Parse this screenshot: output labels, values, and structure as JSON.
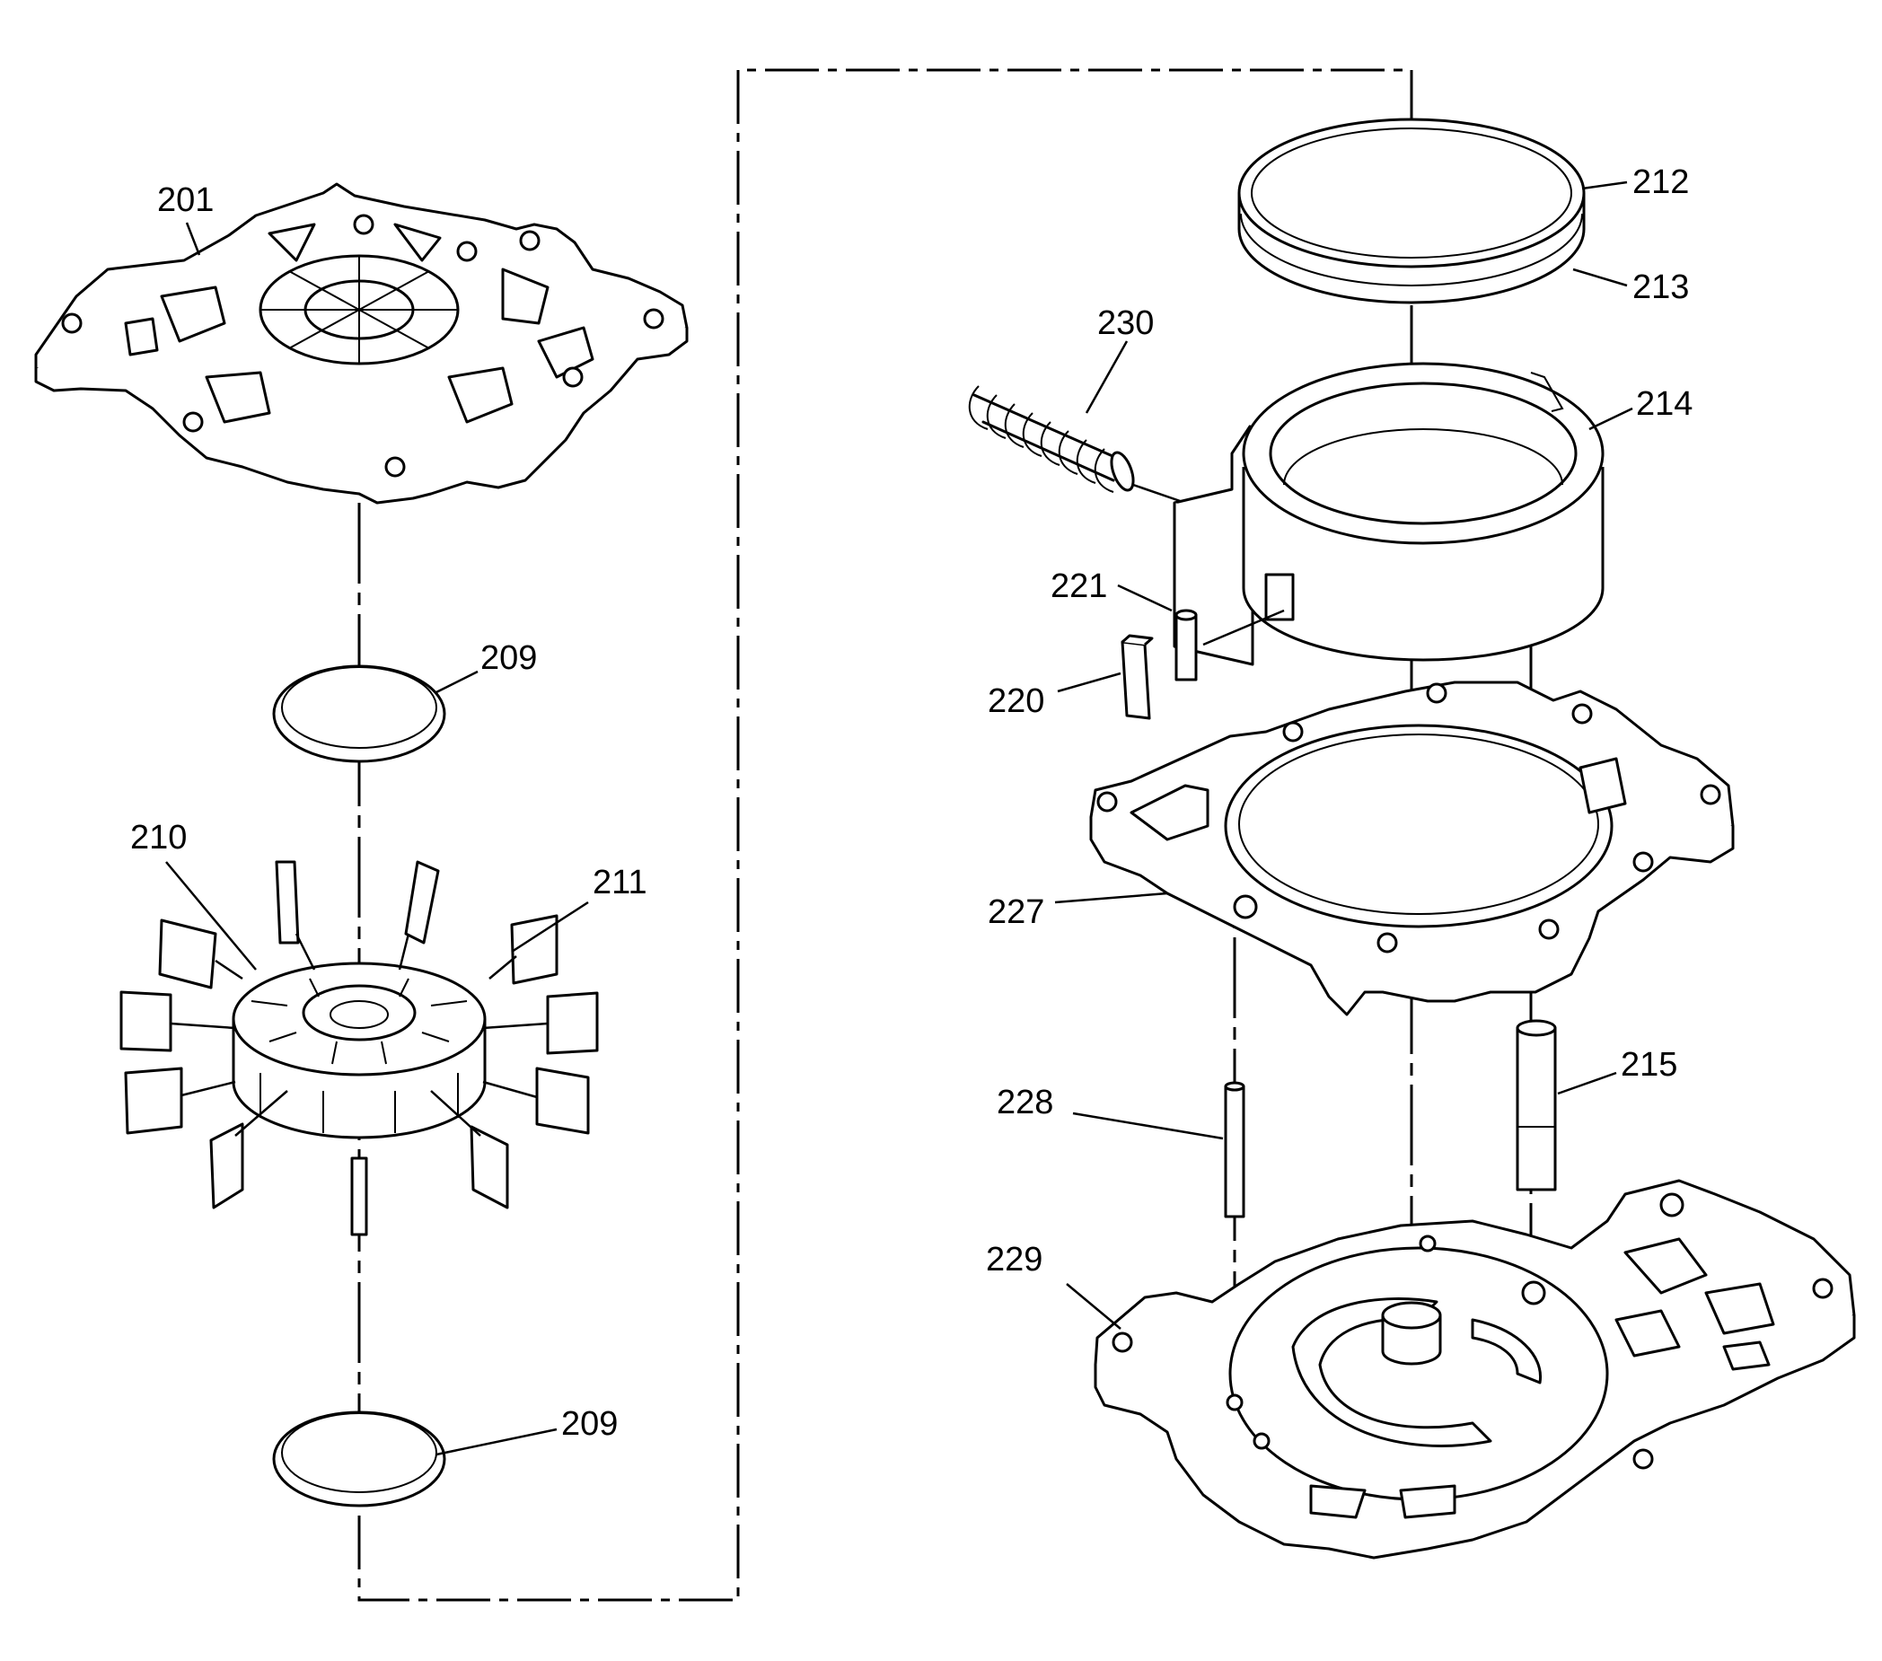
{
  "callouts": {
    "c201": "201",
    "c209a": "209",
    "c209b": "209",
    "c210": "210",
    "c211": "211",
    "c212": "212",
    "c213": "213",
    "c214": "214",
    "c215": "215",
    "c220": "220",
    "c221": "221",
    "c227": "227",
    "c228": "228",
    "c229": "229",
    "c230": "230"
  }
}
